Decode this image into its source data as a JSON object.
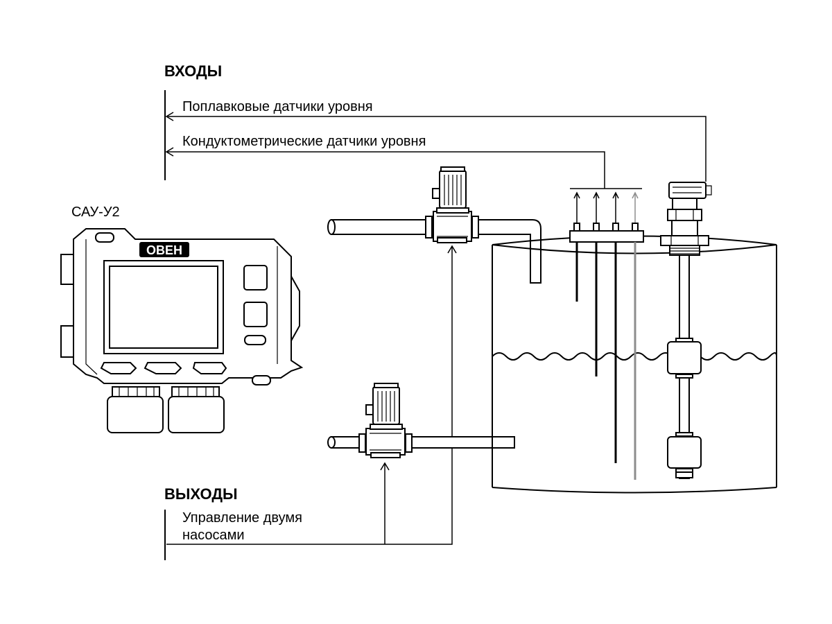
{
  "inputs": {
    "heading": "ВХОДЫ",
    "float_sensors_label": "Поплавковые датчики уровня",
    "conductometric_sensors_label": "Кондуктометрические датчики уровня"
  },
  "outputs": {
    "heading": "ВЫХОДЫ",
    "pump_control_line1": "Управление  двумя",
    "pump_control_line2": "насосами"
  },
  "device": {
    "model_label": "САУ-У2",
    "logo_text": "ОВЕН"
  },
  "colors": {
    "line": "#000000",
    "background": "#ffffff",
    "probe_grey": "#8c8c8c"
  }
}
